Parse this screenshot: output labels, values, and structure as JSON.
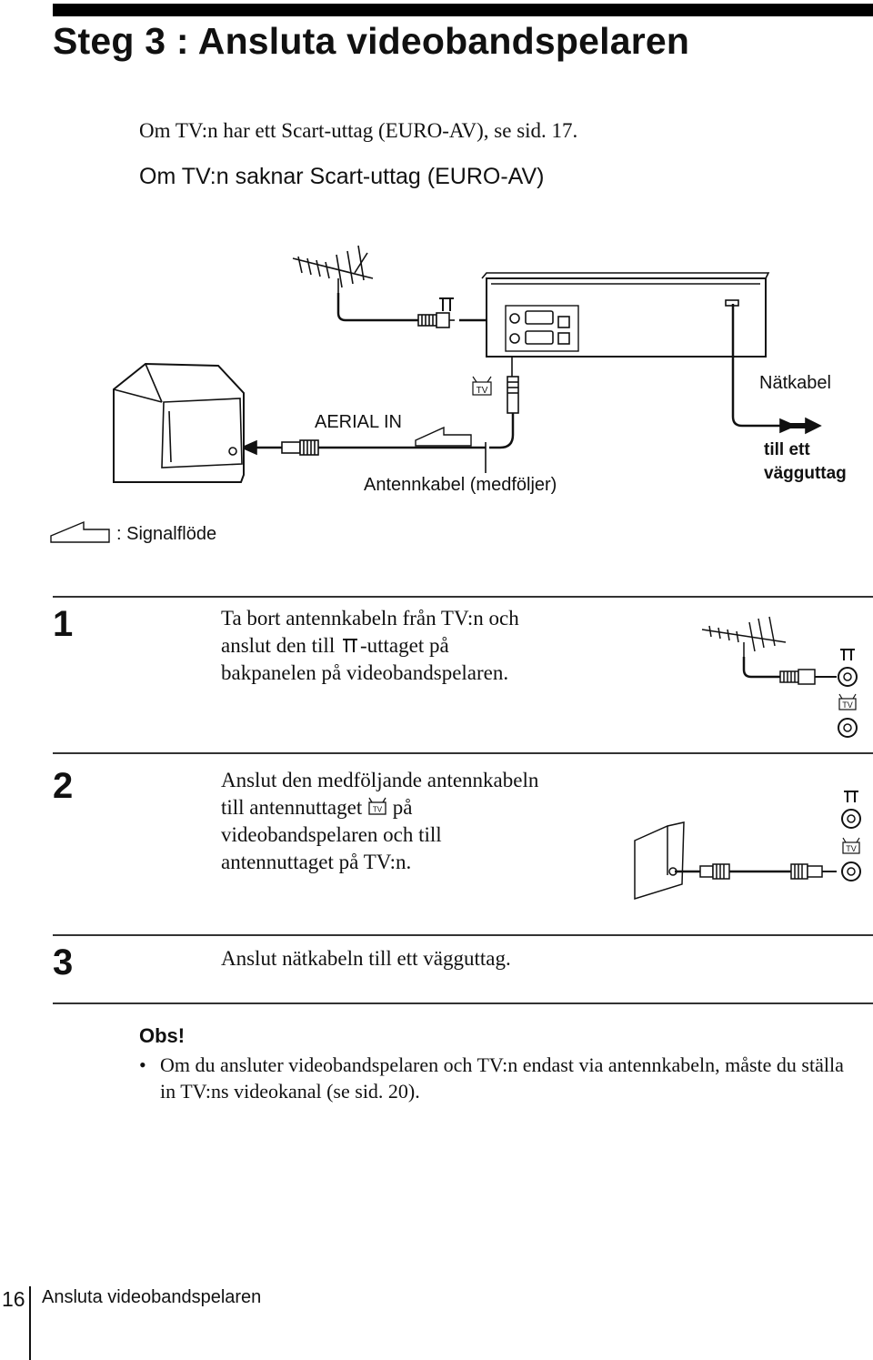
{
  "header": {
    "title": "Steg 3 : Ansluta videobandspelaren"
  },
  "intro": {
    "line": "Om TV:n har ett Scart-uttag (EURO-AV), se sid. 17.",
    "heading": "Om TV:n saknar Scart-uttag (EURO-AV)"
  },
  "diagram": {
    "aerial_in": "AERIAL IN",
    "antenna_cable": "Antennkabel (medföljer)",
    "power_cable": "Nätkabel",
    "wall_outlet_1": "till ett",
    "wall_outlet_2": "vägguttag",
    "tv_icon_text": "TV",
    "legend": ": Signalflöde"
  },
  "steps": [
    {
      "number": "1",
      "line1": "Ta bort antennkabeln från TV:n och",
      "line2_pre": "anslut den till",
      "line2_post": "-uttaget på",
      "line3": "bakpanelen på videobandspelaren."
    },
    {
      "number": "2",
      "line1": "Anslut den medföljande antennkabeln",
      "line2_pre": "till antennuttaget",
      "line2_post": "på",
      "line3": "videobandspelaren och till",
      "line4": "antennuttaget på TV:n."
    },
    {
      "number": "3",
      "line1": "Anslut nätkabeln till ett vägguttag."
    }
  ],
  "note": {
    "title": "Obs!",
    "bullet": "•",
    "text": "Om du ansluter videobandspelaren och TV:n endast via antennkabeln, måste du ställa in TV:ns videokanal (se sid. 20)."
  },
  "footer": {
    "page_number": "16",
    "section": "Ansluta videobandspelaren"
  }
}
